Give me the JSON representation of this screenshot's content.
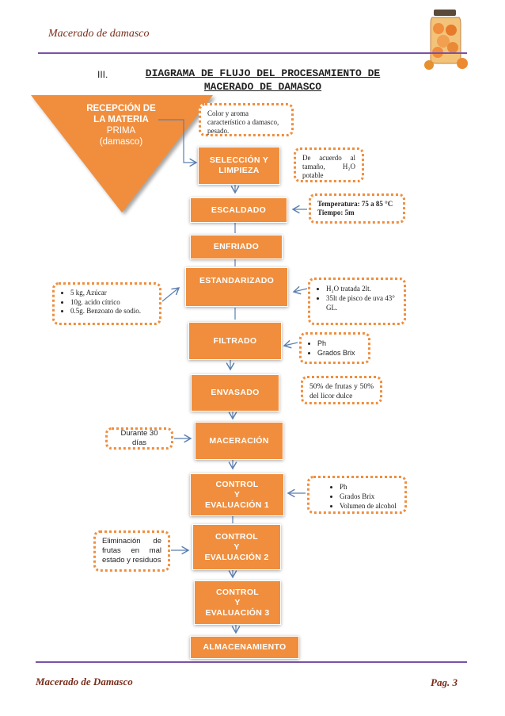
{
  "header": {
    "running_title": "Macerado de damasco"
  },
  "section": {
    "number": "III.",
    "title": "DIAGRAMA DE FLUJO DEL PROCESAMIENTO DE MACERADO DE DAMASCO"
  },
  "reception": {
    "line1": "RECEPCIÓN DE",
    "line2": "LA MATERIA",
    "line3": "PRIMA",
    "line4": "(damasco)"
  },
  "steps": {
    "seleccion_1": "SELECCIÓN Y",
    "seleccion_2": "LIMPIEZA",
    "escaldado": "ESCALDADO",
    "enfriado": "ENFRIADO",
    "estandarizado": "ESTANDARIZADO",
    "filtrado": "FILTRADO",
    "envasado": "ENVASADO",
    "maceracion": "MACERACIÓN",
    "control1_a": "CONTROL",
    "control1_b": "Y",
    "control1_c": "EVALUACIÓN 1",
    "control2_a": "CONTROL",
    "control2_b": "Y",
    "control2_c": "EVALUACIÓN 2",
    "control3_a": "CONTROL",
    "control3_b": "Y",
    "control3_c": "EVALUACIÓN 3",
    "almacenamiento": "ALMACENAMIENTO"
  },
  "notes": {
    "color": "Color y aroma característico a damasco, pesado.",
    "agua_a": "De acuerdo al tamaño, H₂O potable",
    "temperatura": "Temperatura: 75 a 85 °C",
    "tiempo": "Tiempo: 5m",
    "ingredients": [
      "5 kg, Azúcar",
      "10g. acido cítrico",
      "0.5g. Benzoato de sodio."
    ],
    "liquids": [
      "H₂O tratada 2lt.",
      "35lt de pisco de uva 43° GL."
    ],
    "filtrado_checks": [
      "Ph",
      "Grados Brix"
    ],
    "envasado": "50% de frutas y 50% del licor dulce",
    "duracion": "Durante 30 días",
    "eval1_checks": [
      "Ph",
      "Grados Brix",
      "Volumen de alcohol"
    ],
    "eliminacion": "Eliminación de frutas en mal estado y residuos"
  },
  "footer": {
    "left": "Macerado de Damasco",
    "page": "Pag. 3"
  },
  "colors": {
    "accent": "#f08e3d",
    "rule": "#7a52a8",
    "header_text": "#7a2d1a",
    "arrow": "#5b7fb0"
  }
}
